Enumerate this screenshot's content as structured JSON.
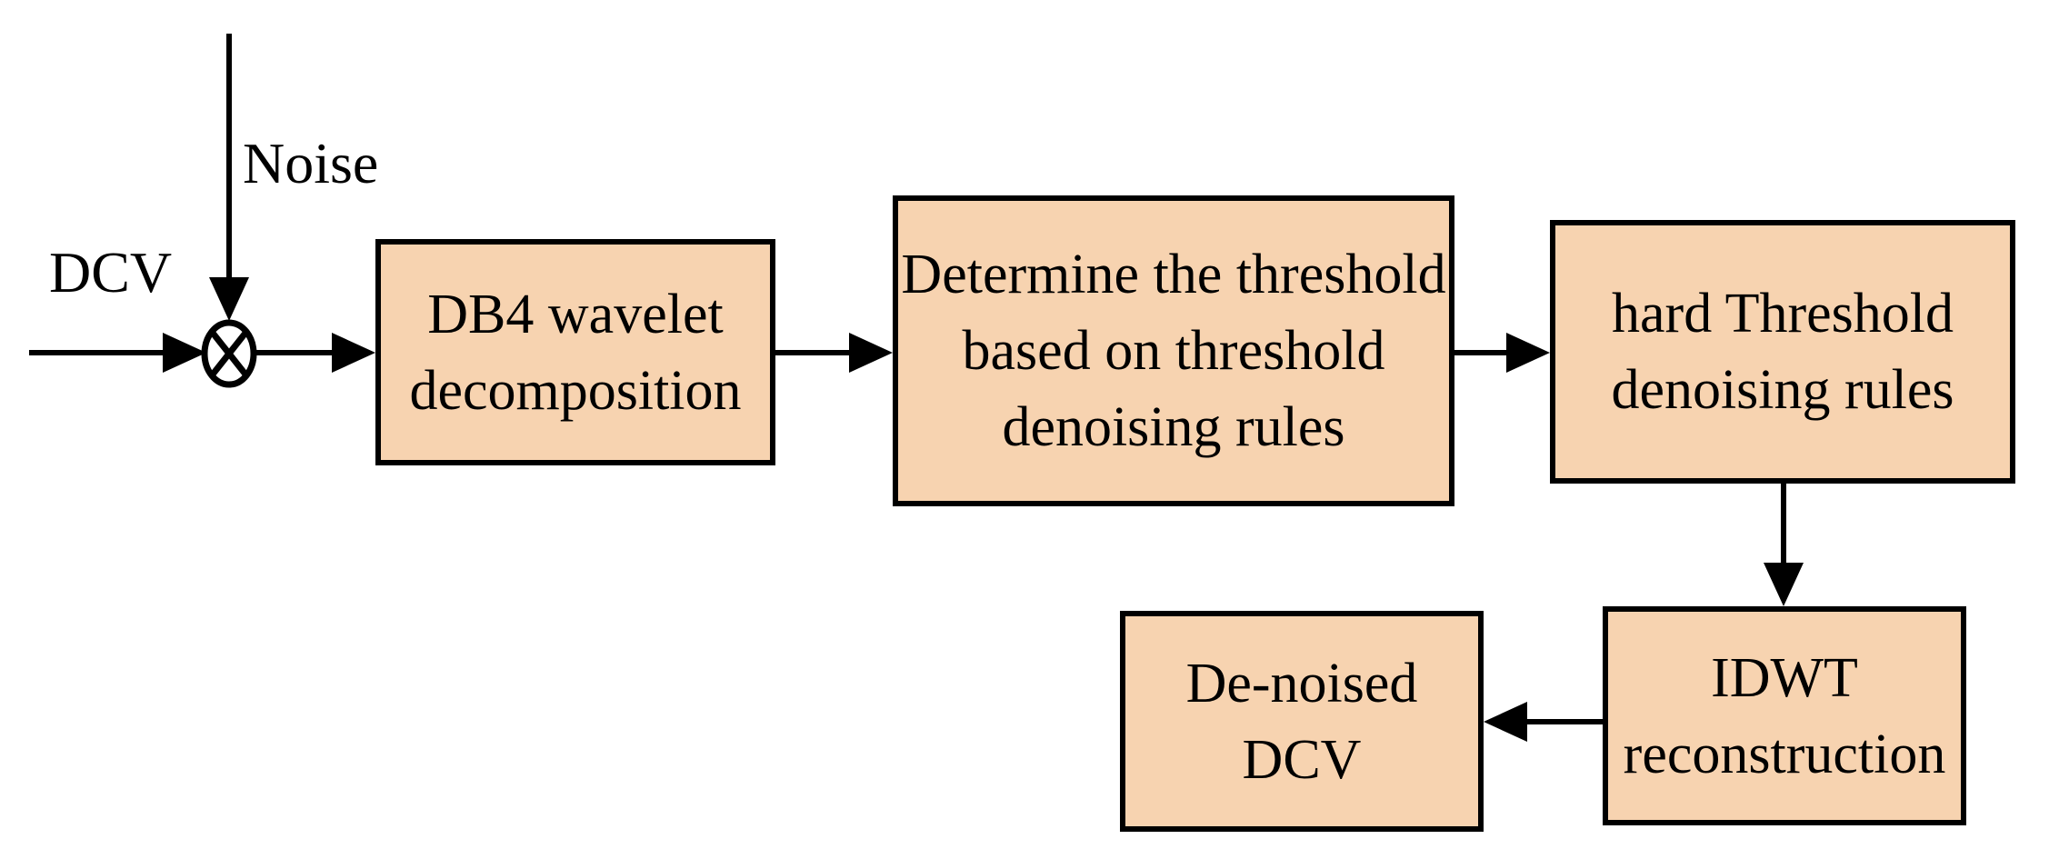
{
  "diagram": {
    "labels": {
      "dcv": "DCV",
      "noise": "Noise"
    },
    "junction_symbol": "otimes-multiplier",
    "boxes": {
      "db4": {
        "label": "DB4 wavelet\ndecomposition"
      },
      "determine": {
        "label": "Determine the threshold\nbased on threshold\ndenoising rules"
      },
      "hard": {
        "label": "hard Threshold\ndenoising rules"
      },
      "denoised": {
        "label": "De-noised\nDCV"
      },
      "idwt": {
        "label": "IDWT\nreconstruction"
      }
    },
    "colors": {
      "background": "#FFFFFF",
      "box_fill": "#F7D3B0",
      "box_border": "#000000",
      "arrow": "#000000",
      "text": "#000000"
    }
  }
}
